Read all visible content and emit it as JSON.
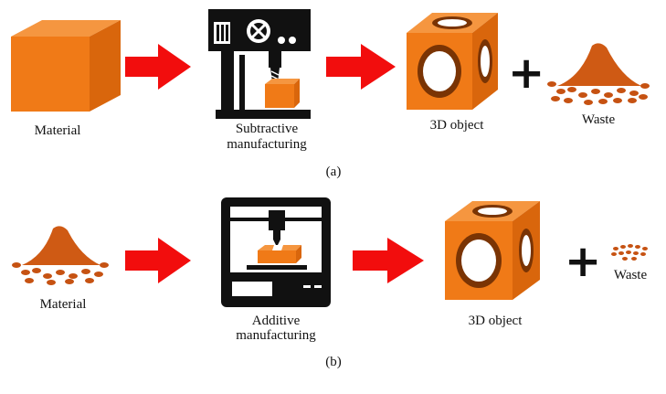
{
  "colors": {
    "orange": "#f07a17",
    "orange_dark": "#c95a08",
    "arrow_red": "#f20d0d",
    "waste_brown": "#cf5a14",
    "machine_black": "#111111"
  },
  "diagram_a": {
    "material_label": "Material",
    "machine_label_line1": "Subtractive",
    "machine_label_line2": "manufacturing",
    "object_label": "3D object",
    "plus": "+",
    "waste_label": "Waste",
    "panel_label": "(a)"
  },
  "diagram_b": {
    "material_label": "Material",
    "machine_label_line1": "Additive",
    "machine_label_line2": "manufacturing",
    "object_label": "3D object",
    "plus": "+",
    "waste_label": "Waste",
    "panel_label": "(b)"
  }
}
